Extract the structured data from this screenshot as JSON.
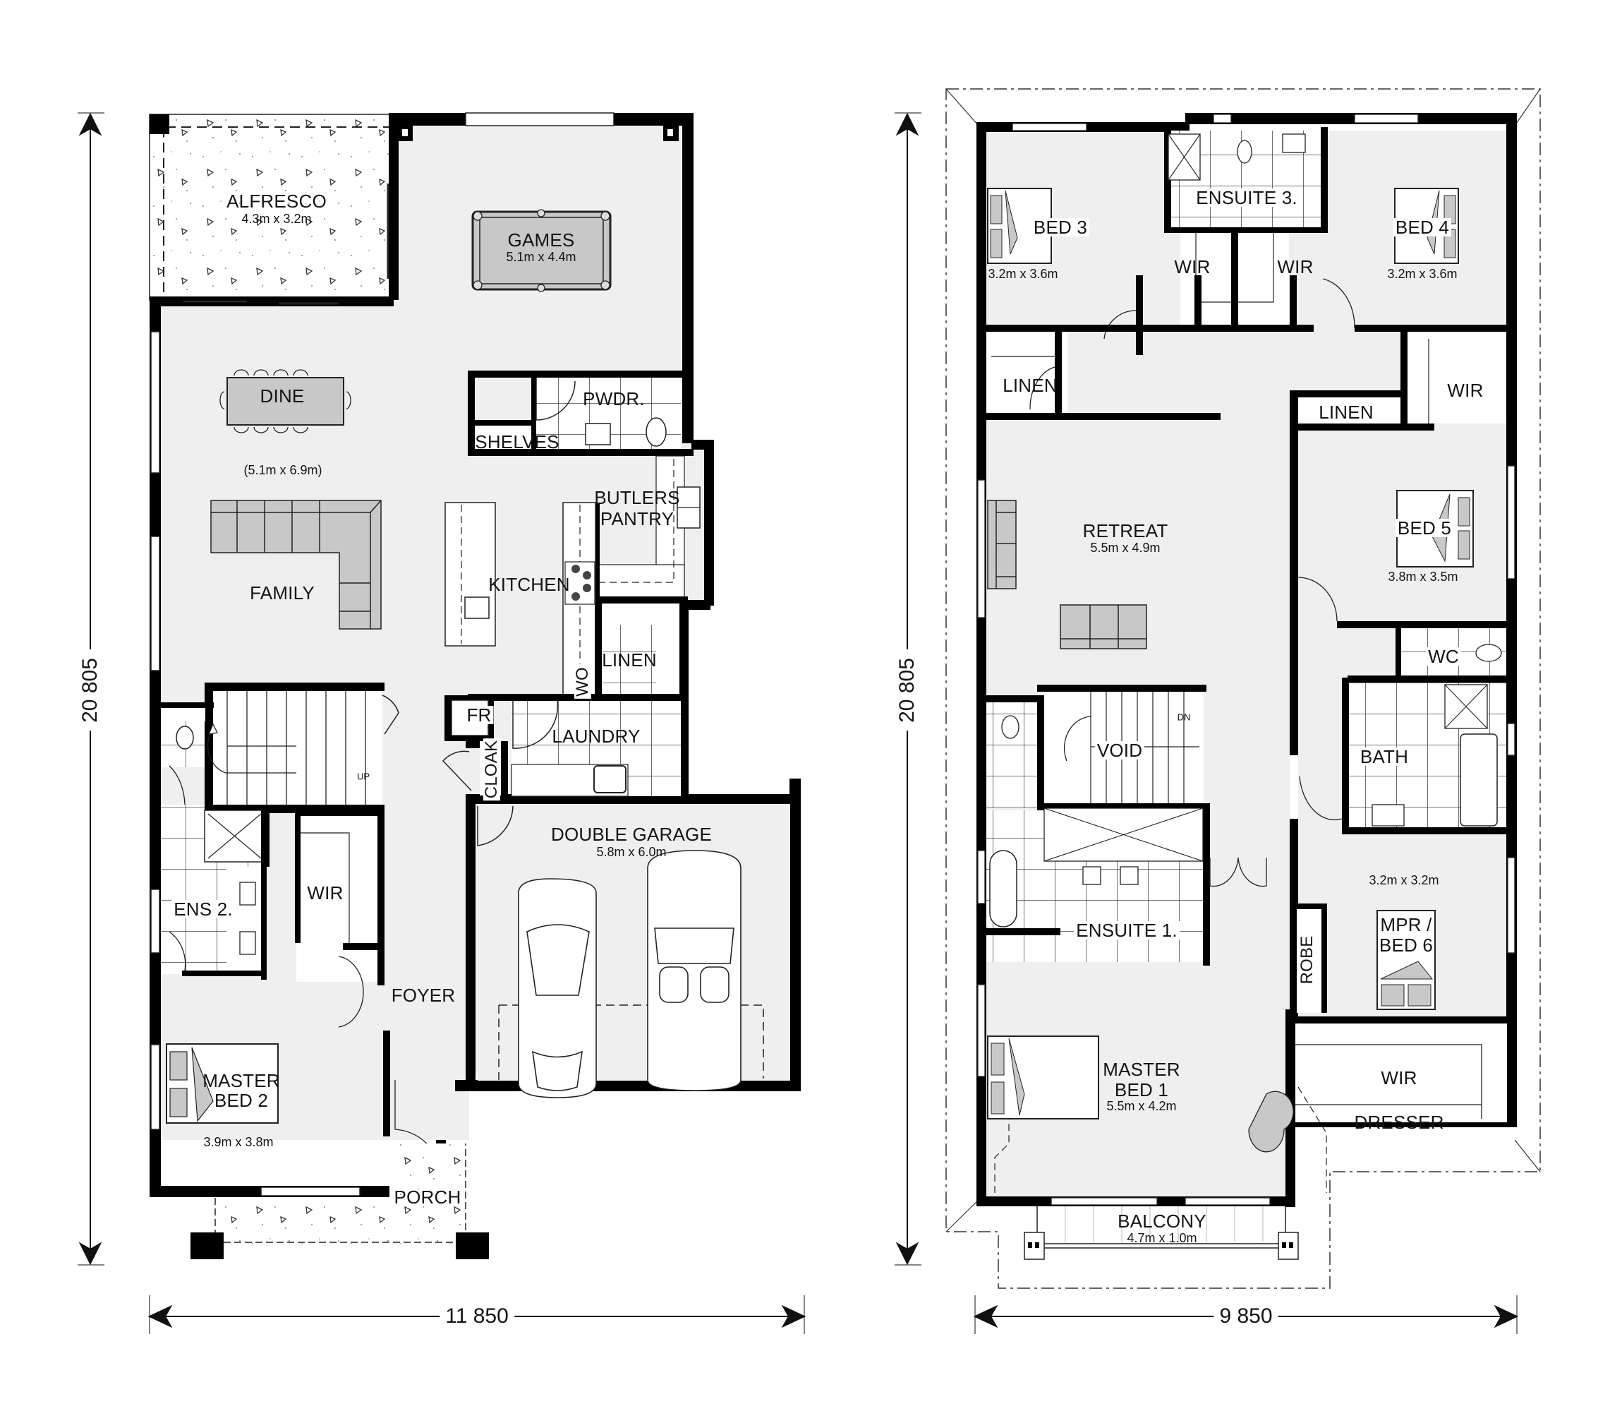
{
  "ground_floor": {
    "name": "ground-floor",
    "rooms": {
      "alfresco": {
        "label": "ALFRESCO",
        "size": "4.3m x 3.2m"
      },
      "games": {
        "label": "GAMES",
        "size": "5.1m x 4.4m"
      },
      "dine": {
        "label": "DINE"
      },
      "family": {
        "label": "FAMILY",
        "size": "(5.1m x 6.9m)"
      },
      "pwdr": {
        "label": "PWDR."
      },
      "shelves": {
        "label": "SHELVES"
      },
      "butlers_pantry": {
        "label_line1": "BUTLERS",
        "label_line2": "PANTRY"
      },
      "kitchen": {
        "label": "KITCHEN"
      },
      "wo": {
        "label": "WO"
      },
      "linen": {
        "label": "LINEN"
      },
      "fr": {
        "label": "FR"
      },
      "laundry": {
        "label": "LAUNDRY"
      },
      "cloak": {
        "label": "CLOAK"
      },
      "stairs": {
        "label": "UP"
      },
      "double_garage": {
        "label": "DOUBLE GARAGE",
        "size": "5.8m x 6.0m"
      },
      "ens2": {
        "label": "ENS 2."
      },
      "wir": {
        "label": "WIR"
      },
      "foyer": {
        "label": "FOYER"
      },
      "master_bed2": {
        "label_line1": "MASTER",
        "label_line2": "BED 2",
        "size": "3.9m x 3.8m"
      },
      "porch": {
        "label": "PORCH"
      }
    },
    "dimensions": {
      "width": "11 850",
      "depth": "20 805"
    }
  },
  "upper_floor": {
    "name": "upper-floor",
    "rooms": {
      "bed3": {
        "label": "BED 3",
        "size": "3.2m x 3.6m"
      },
      "ensuite3": {
        "label": "ENSUITE 3."
      },
      "bed4": {
        "label": "BED 4",
        "size": "3.2m x 3.6m"
      },
      "wir_bed3": {
        "label": "WIR"
      },
      "wir_bed4": {
        "label": "WIR"
      },
      "linen_left": {
        "label": "LINEN"
      },
      "linen_right": {
        "label": "LINEN"
      },
      "wir_bed5": {
        "label": "WIR"
      },
      "retreat": {
        "label": "RETREAT",
        "size": "5.5m x 4.9m"
      },
      "bed5": {
        "label": "BED 5",
        "size": "3.8m x 3.5m"
      },
      "wc": {
        "label": "WC"
      },
      "void": {
        "label": "VOID"
      },
      "stairs": {
        "label": "DN"
      },
      "bath": {
        "label": "BATH"
      },
      "ensuite1": {
        "label": "ENSUITE 1."
      },
      "robe": {
        "label": "ROBE"
      },
      "mpr_bed6": {
        "label_line1": "MPR /",
        "label_line2": "BED 6",
        "size": "3.2m x 3.2m"
      },
      "master_bed1": {
        "label_line1": "MASTER",
        "label_line2": "BED 1",
        "size": "5.5m x 4.2m"
      },
      "wir_master": {
        "label": "WIR"
      },
      "dresser": {
        "label": "DRESSER"
      },
      "balcony": {
        "label": "BALCONY",
        "size": "4.7m x 1.0m"
      }
    },
    "dimensions": {
      "width": "9 850",
      "depth": "20 805"
    }
  },
  "colors": {
    "wall": "#000000",
    "floor": "#efefef",
    "furniture": "#c8c8c8",
    "outdoor": "#ffffff"
  }
}
